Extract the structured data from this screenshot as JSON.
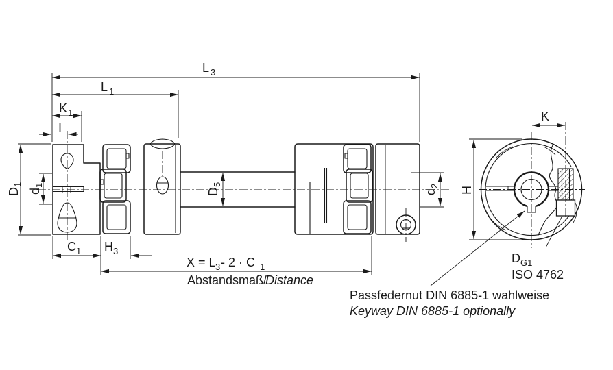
{
  "dimensions": {
    "L3": {
      "base": "L",
      "sub": "3"
    },
    "L1": {
      "base": "L",
      "sub": "1"
    },
    "K1": {
      "base": "K",
      "sub": "1"
    },
    "I": {
      "base": "I",
      "sub": ""
    },
    "D1": {
      "base": "D",
      "sub": "1"
    },
    "d1": {
      "base": "d",
      "sub": "1"
    },
    "C1": {
      "base": "C",
      "sub": "1"
    },
    "H3": {
      "base": "H",
      "sub": "3"
    },
    "D5": {
      "base": "D",
      "sub": "5"
    },
    "d2": {
      "base": "d",
      "sub": "2"
    },
    "H": {
      "base": "H",
      "sub": ""
    },
    "K": {
      "base": "K",
      "sub": ""
    },
    "DG1": {
      "base": "D",
      "sub": "G1"
    }
  },
  "formula": {
    "part1": "X = L",
    "sub1": "3",
    "part2": " - 2 · C",
    "sub2": "1"
  },
  "labels": {
    "distance_de": "Abstandsmaß/",
    "distance_en": "Distance",
    "screw_standard": "ISO 4762",
    "keyway_note_de": "Passfedernut DIN 6885-1 wahlweise",
    "keyway_note_en": "Keyway DIN 6885-1 optionally"
  },
  "colors": {
    "line": "#1a1a1a",
    "background": "#ffffff"
  }
}
